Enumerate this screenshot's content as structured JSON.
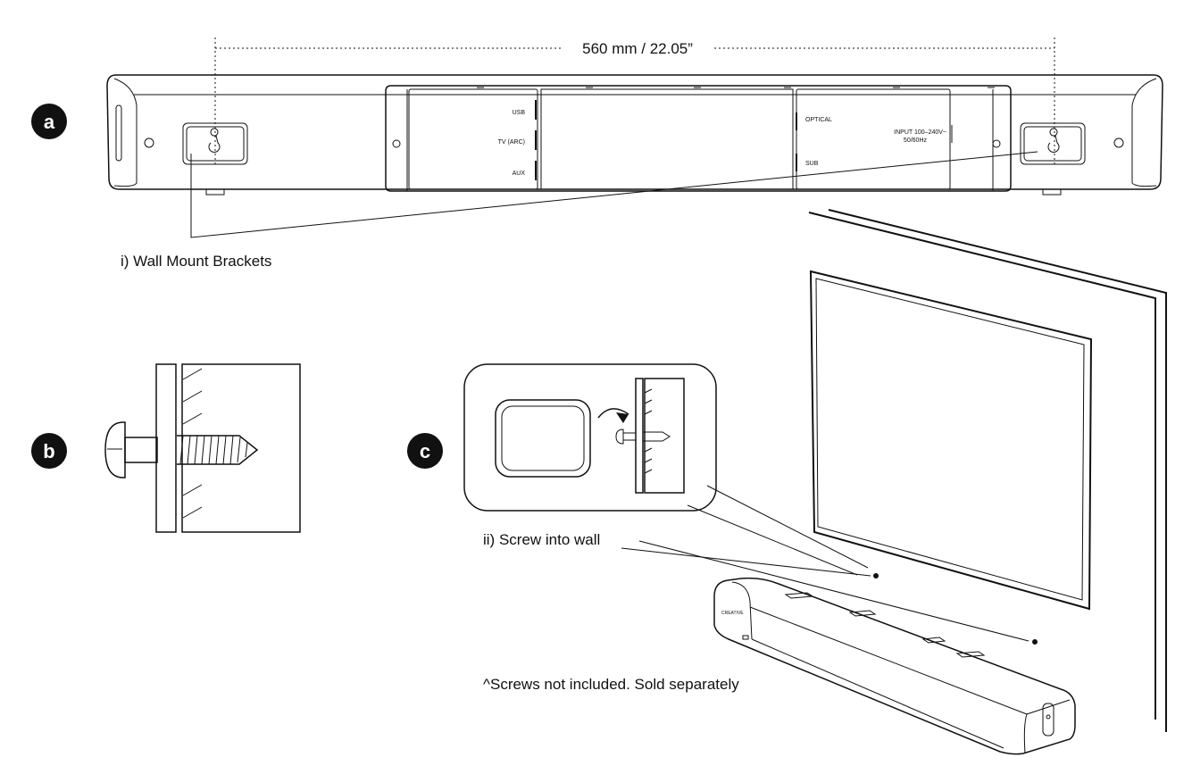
{
  "sections": {
    "a": {
      "badge": "a"
    },
    "b": {
      "badge": "b"
    },
    "c": {
      "badge": "c"
    }
  },
  "dimension_label": "560 mm / 22.05”",
  "wall_mount_label": "i) Wall Mount Brackets",
  "screw_label": "ii) Screw into wall",
  "footnote": "^Screws not included. Sold separately",
  "ports_left": [
    "USB",
    "TV (ARC)",
    "AUX"
  ],
  "ports_right": [
    "OPTICAL",
    "SUB"
  ],
  "input_label": [
    "INPUT 100–240V~",
    "50/60Hz"
  ],
  "brand_mark": "CREATIVE",
  "colors": {
    "line": "#111111",
    "badge": "#111111",
    "background": "#ffffff"
  }
}
